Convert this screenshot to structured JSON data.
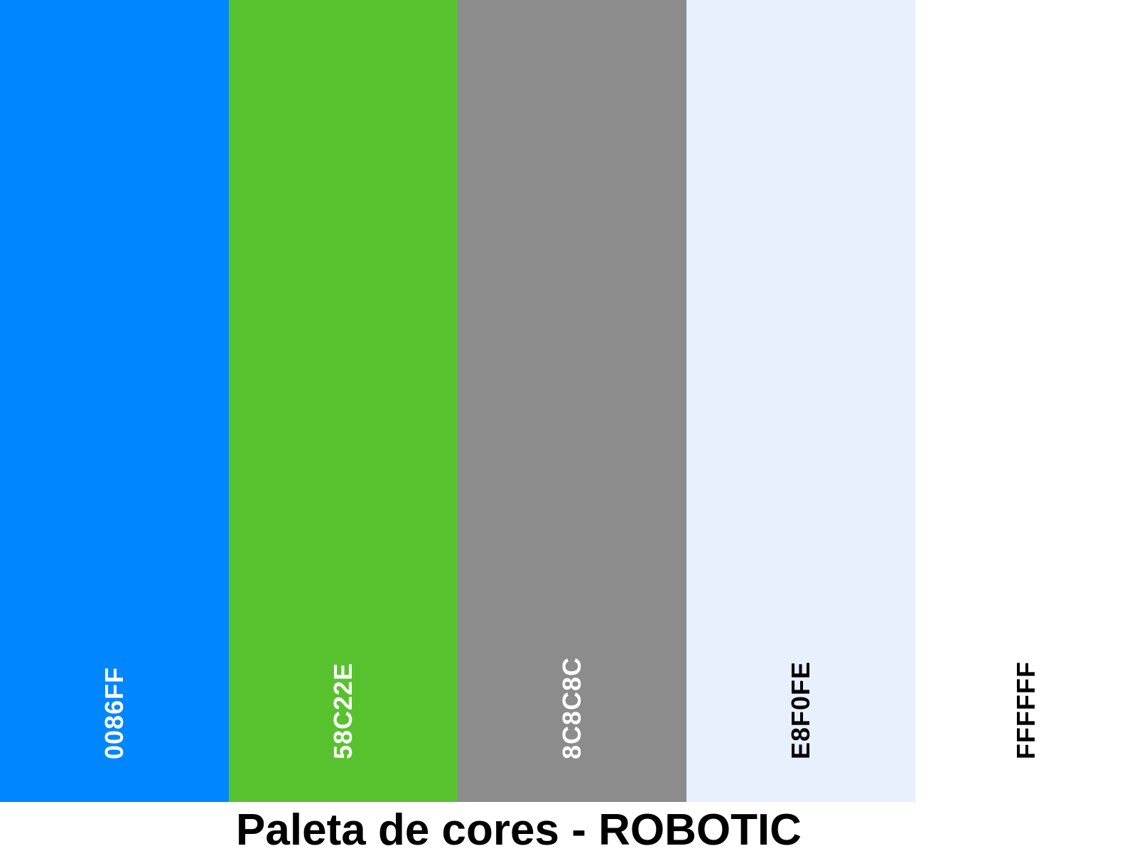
{
  "title": "Paleta de cores - ROBOTIC",
  "colors": [
    {
      "hex": "0086FF",
      "color": "#0086FF",
      "text_color": "#FFFFFF"
    },
    {
      "hex": "58C22E",
      "color": "#58C22E",
      "text_color": "#FFFFFF"
    },
    {
      "hex": "8C8C8C",
      "color": "#8C8C8C",
      "text_color": "#FFFFFF"
    },
    {
      "hex": "E8F0FE",
      "color": "#E8F0FE",
      "text_color": "#000000"
    },
    {
      "hex": "FFFFFF",
      "color": "#FFFFFF",
      "text_color": "#000000"
    }
  ]
}
